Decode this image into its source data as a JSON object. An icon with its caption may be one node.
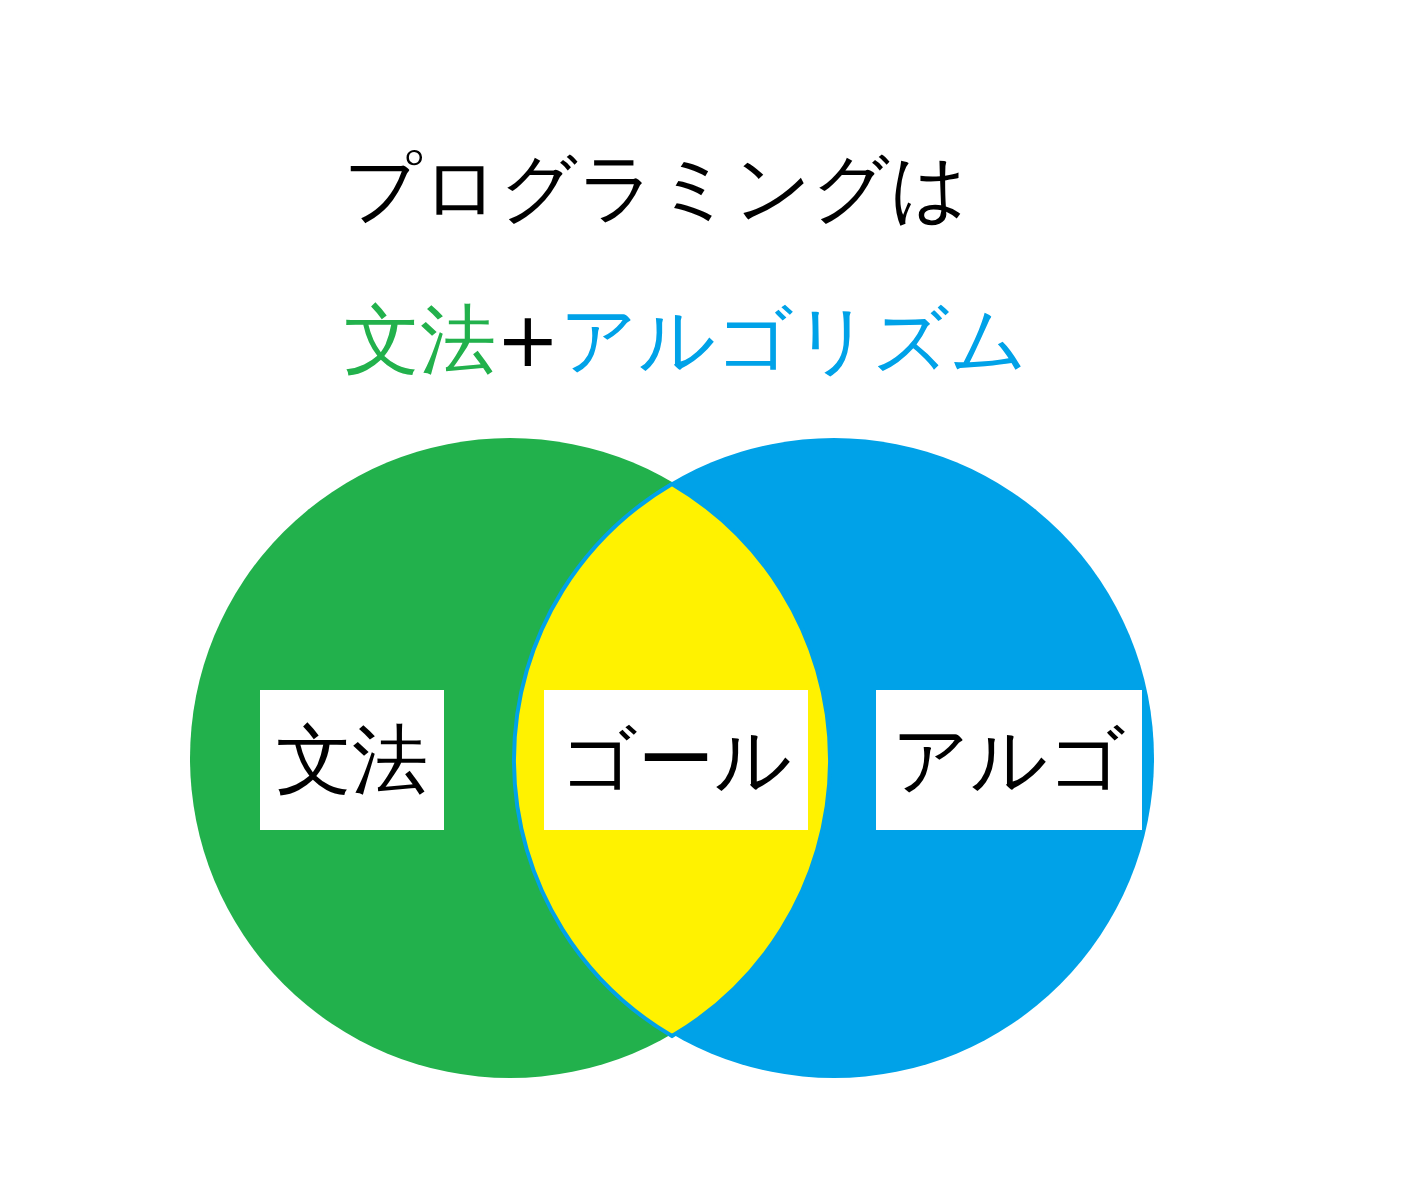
{
  "diagram": {
    "title": "プログラミングは",
    "nodes": [
      {
        "text": [
          "文法"
        ]
      },
      {
        "text": [
          "ゴール"
        ]
      },
      {
        "text": [
          "アルゴ"
        ]
      }
    ],
    "labels": [
      "文法",
      "+",
      "アルゴリズム"
    ]
  }
}
